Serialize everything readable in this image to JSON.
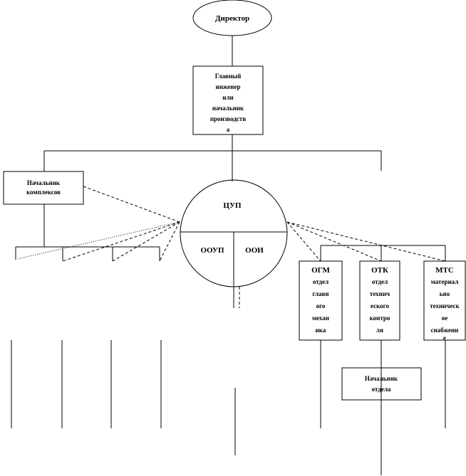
{
  "director": "Директор",
  "chief_engineer": [
    "Главный",
    "инженер",
    "или",
    "начальник",
    "производств",
    "а"
  ],
  "complex_head": [
    "Начальник",
    "комплексов"
  ],
  "center": {
    "title": "ЦУП",
    "left": "ООУП",
    "right": "ООИ"
  },
  "departments": [
    {
      "abbr": "ОГМ",
      "lines": [
        "отдел",
        "главн",
        "ого",
        "механ",
        "ика"
      ]
    },
    {
      "abbr": "ОТК",
      "lines": [
        "отдел",
        "технич",
        "еского",
        "контро",
        "ля"
      ]
    },
    {
      "abbr": "МТС",
      "lines": [
        "материал",
        "ьно",
        "техническ",
        "ое",
        "снабжени",
        "е"
      ]
    }
  ],
  "dept_head": [
    "Начальник",
    "отдела"
  ]
}
